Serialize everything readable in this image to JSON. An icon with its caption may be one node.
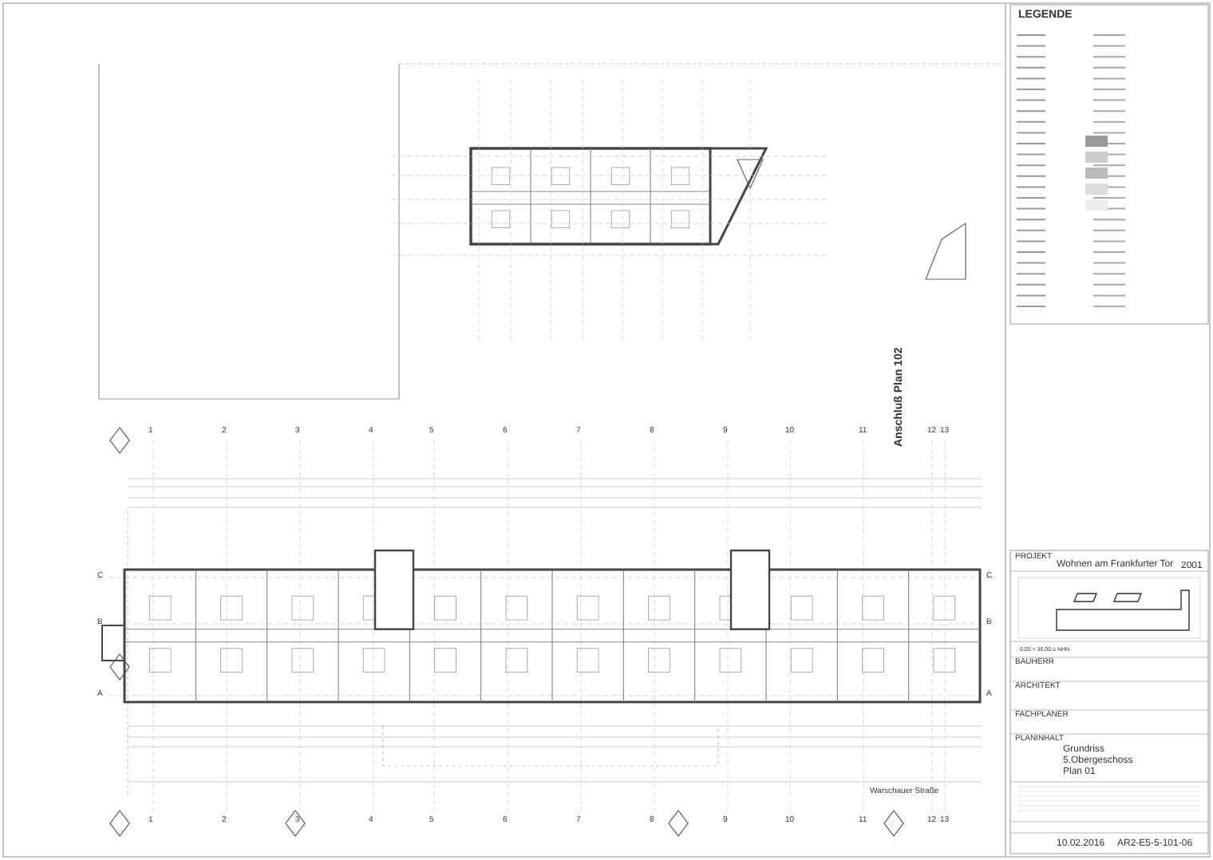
{
  "diagram": {
    "labels": [
      "LEGENDE",
      "Anschluß Plan 102",
      "PROJEKT",
      "Wohnen am Frankfurter Tor",
      "2001",
      "0,00 = 36,00 ü NHN",
      "BAUHERR",
      "ARCHITEKT",
      "FACHPLANER",
      "PLANINHALT",
      "Grundriss",
      "5.Obergeschoss",
      "Plan 01",
      "1",
      "2",
      "3",
      "4",
      "5",
      "6",
      "7",
      "8",
      "9",
      "10",
      "11",
      "12",
      "13",
      "C",
      "B",
      "A",
      "C",
      "B",
      "A",
      "1",
      "2",
      "3",
      "4",
      "5",
      "6",
      "7",
      "8",
      "9",
      "10",
      "11",
      "12",
      "13",
      "Warschauer Straße",
      "10.02.2016",
      "AR2-E5-5-101-06"
    ]
  }
}
